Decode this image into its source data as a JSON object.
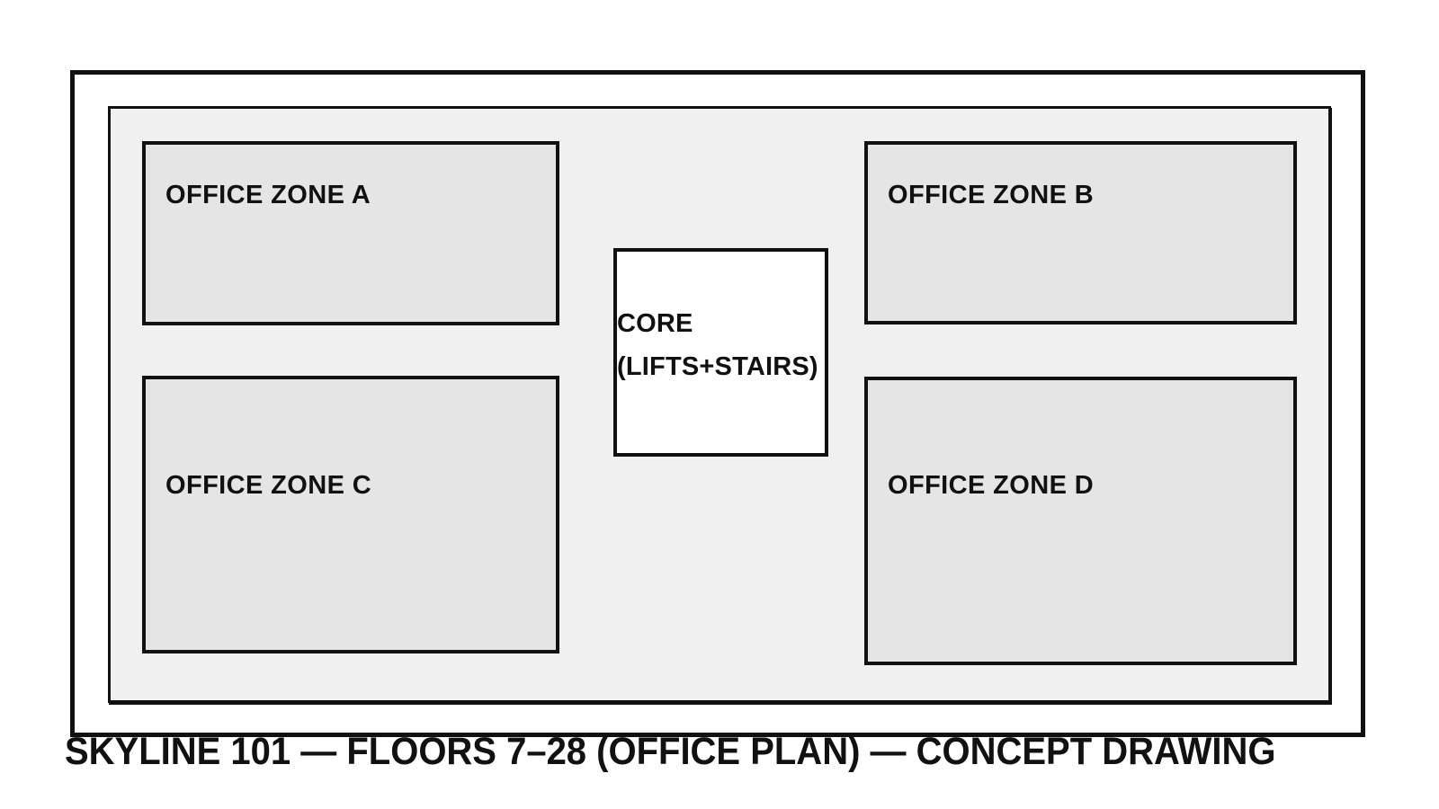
{
  "drawing": {
    "caption": "SKYLINE 101 — FLOORS 7–28 (OFFICE PLAN) — CONCEPT DRAWING",
    "colors": {
      "ink": "#111111",
      "zone_fill": "#e5e5e5",
      "slab_fill": "#f0f0f0",
      "core_fill": "#ffffff",
      "page": "#ffffff"
    },
    "zones": [
      {
        "id": "a",
        "label": "OFFICE ZONE A"
      },
      {
        "id": "b",
        "label": "OFFICE ZONE B"
      },
      {
        "id": "c",
        "label": "OFFICE ZONE C"
      },
      {
        "id": "d",
        "label": "OFFICE ZONE D"
      }
    ],
    "core": {
      "line1": "CORE",
      "line2": "(LIFTS+STAIRS)"
    }
  }
}
